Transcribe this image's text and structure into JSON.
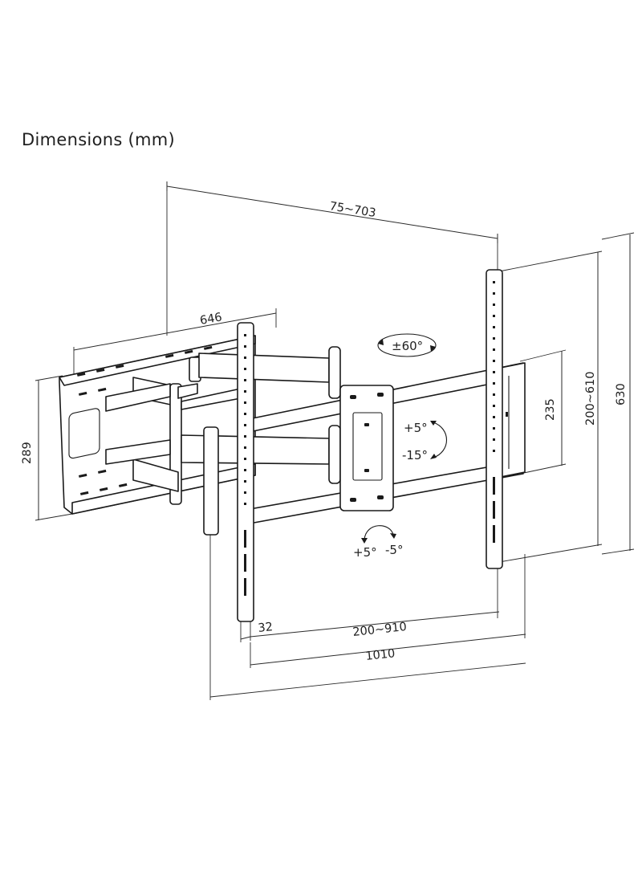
{
  "title": "Dimensions (mm)",
  "dimensions": {
    "vesa_horizontal_top": "75~703",
    "arm_extension": "646",
    "wall_plate_height": "289",
    "vesa_vertical_small": "235",
    "vesa_vertical": "200~610",
    "total_height": "630",
    "profile": "32",
    "vesa_horizontal_bottom": "200~910",
    "total_width": "1010"
  },
  "adjustments": {
    "swivel": "±60°",
    "tilt_up": "+5°",
    "tilt_down": "-15°",
    "rotation_plus": "+5°",
    "rotation_minus": "-5°"
  }
}
